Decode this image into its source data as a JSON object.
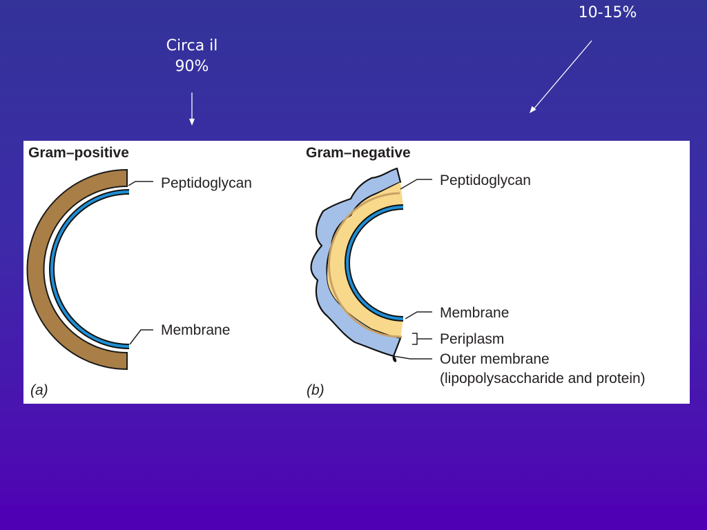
{
  "annotations": {
    "left_line1": "Circa il",
    "left_line2": "90%",
    "right": "10-15%"
  },
  "panels": {
    "a": {
      "title": "Gram–positive",
      "label_outer": "Peptidoglycan",
      "label_inner": "Membrane",
      "panel_letter": "(a)"
    },
    "b": {
      "title": "Gram–negative",
      "label_peptidoglycan": "Peptidoglycan",
      "label_membrane": "Membrane",
      "label_periplasm": "Periplasm",
      "label_outer_membrane": "Outer membrane",
      "label_outer_membrane_sub": "(lipopolysaccharide and protein)",
      "panel_letter": "(b)"
    }
  },
  "colors": {
    "background_top": "#333399",
    "background_bottom": "#5000b4",
    "peptidoglycan_thick": "#a97f47",
    "peptidoglycan_thin": "#f8d88a",
    "outer_membrane": "#a4c0e8",
    "membrane": "#1f8fd6"
  }
}
